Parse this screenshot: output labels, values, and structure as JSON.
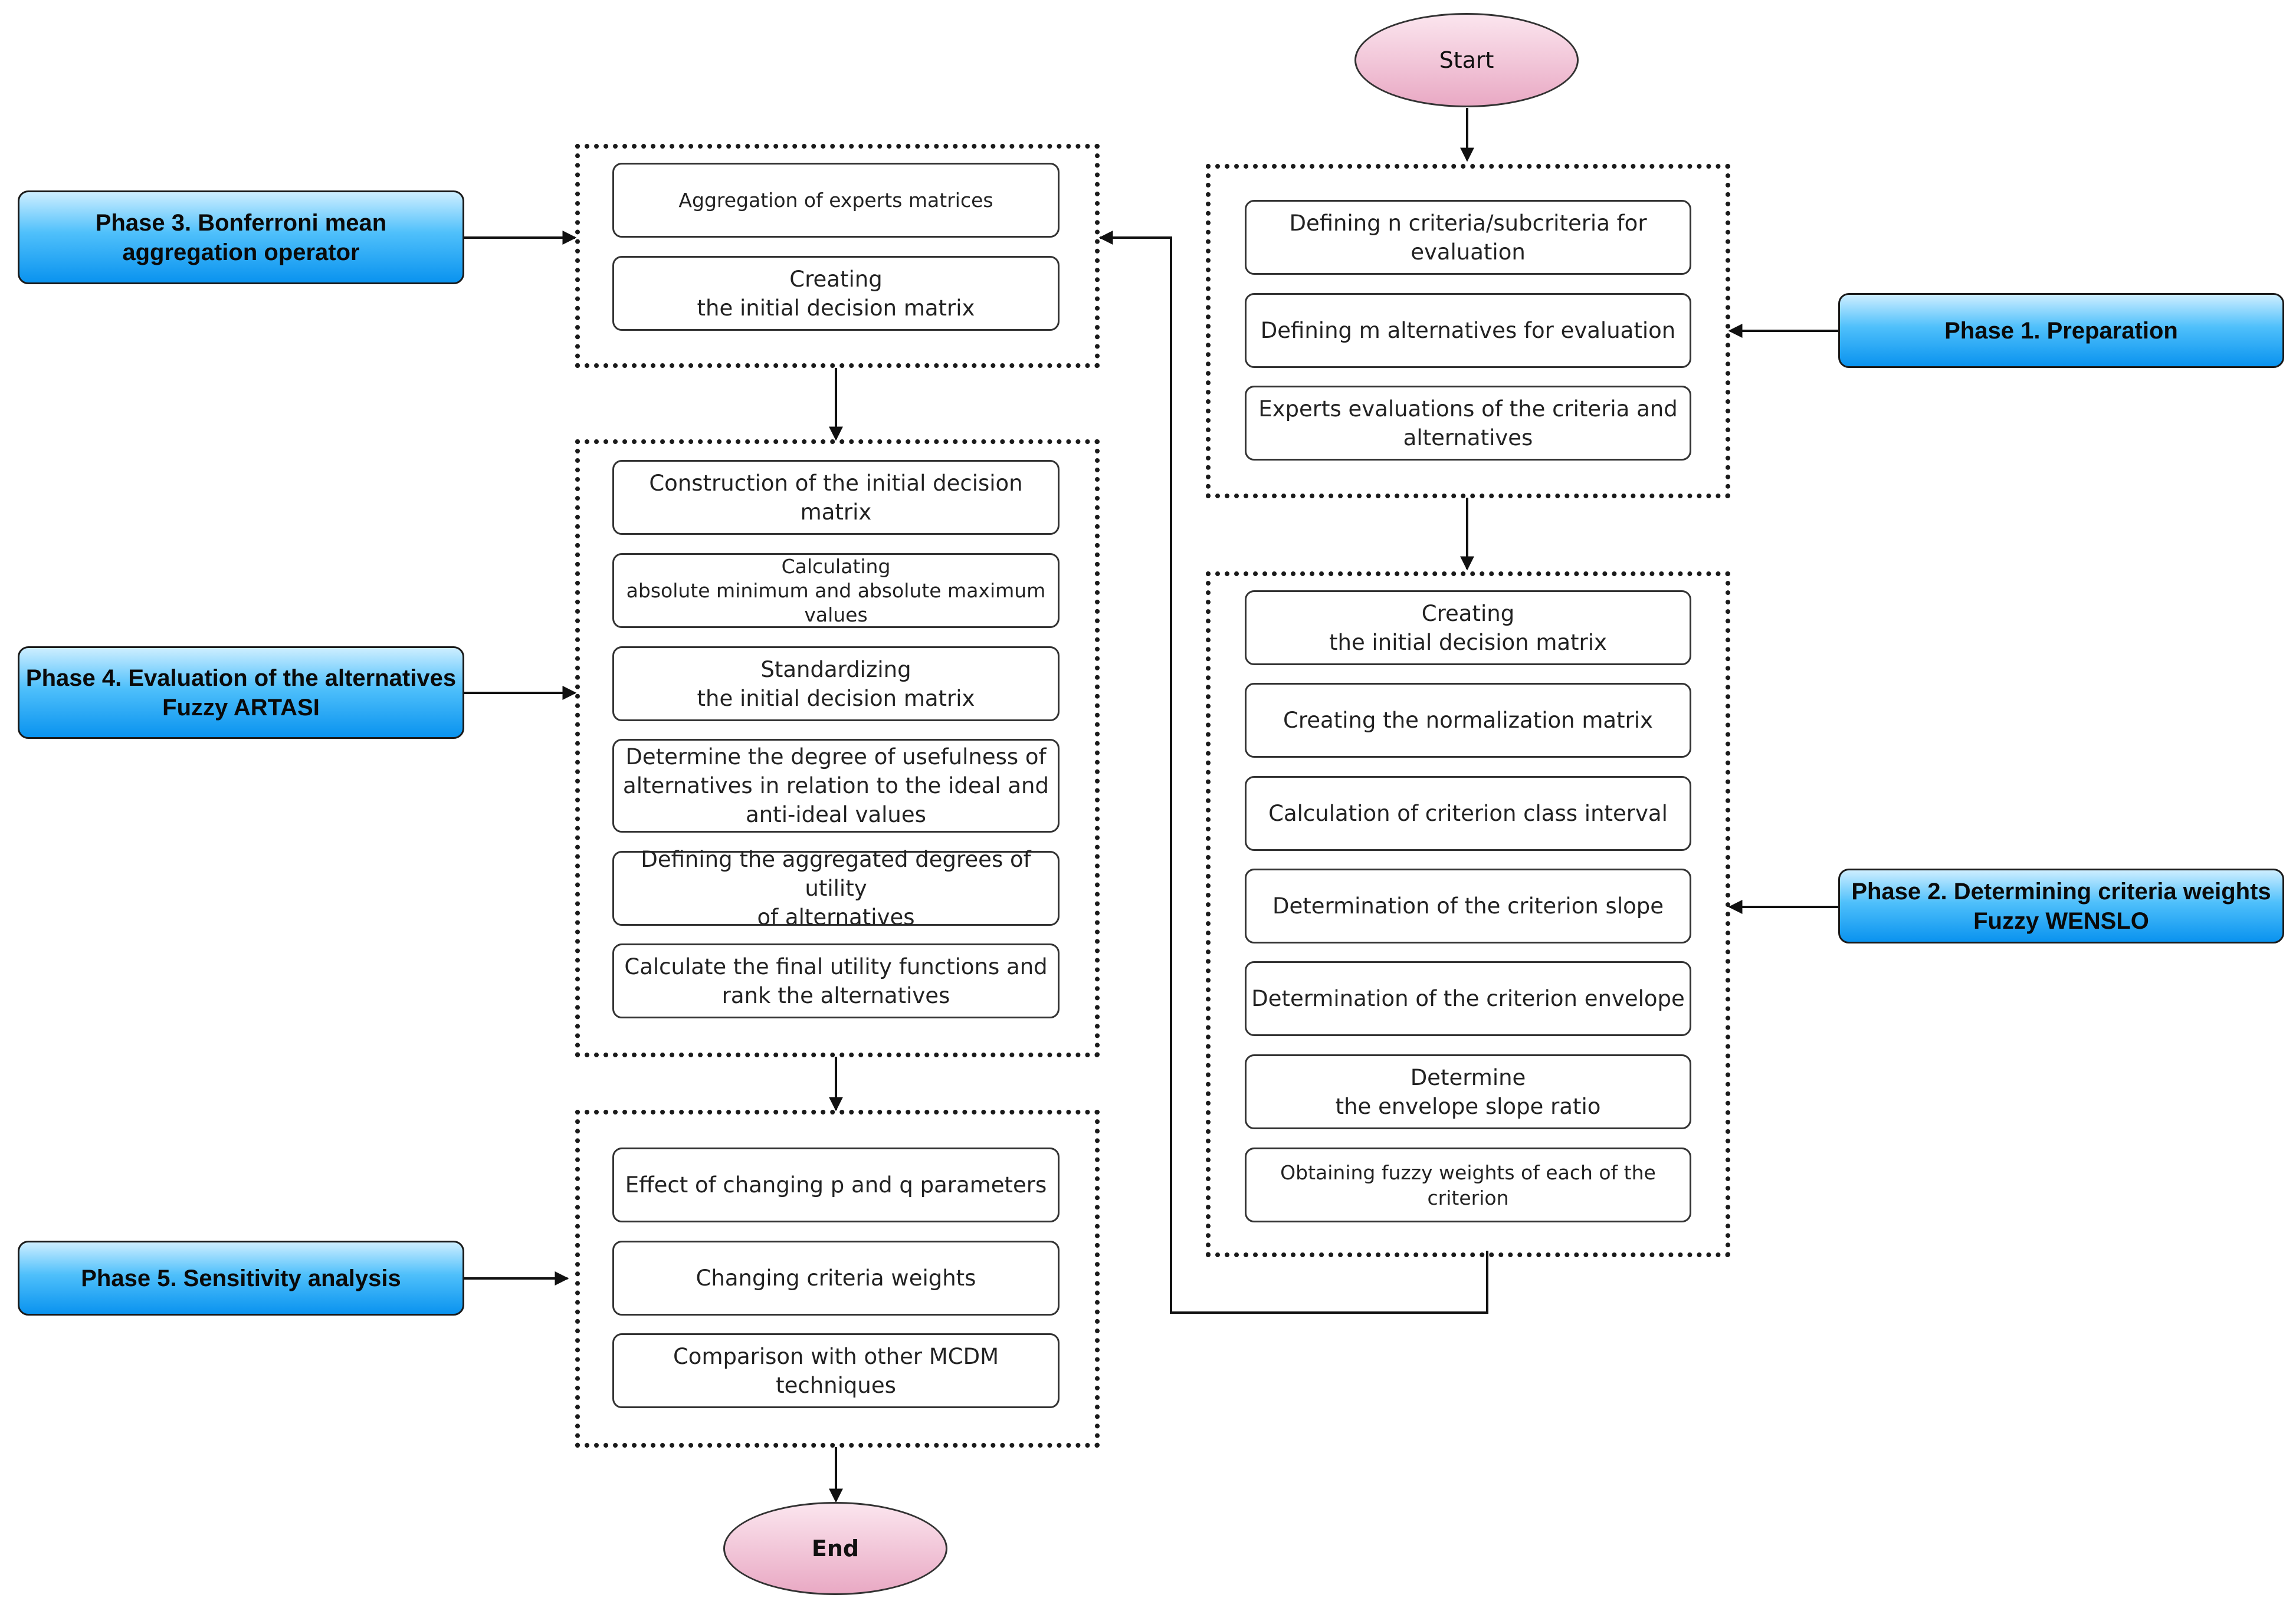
{
  "start_label": "Start",
  "end_label": "End",
  "phases": {
    "phase1": "Phase 1. Preparation",
    "phase2": "Phase 2. Determining criteria weights\nFuzzy WENSLO",
    "phase3": "Phase 3. Bonferroni mean\naggregation operator",
    "phase4": "Phase 4. Evaluation of the alternatives\nFuzzy ARTASI",
    "phase5": "Phase 5. Sensitivity analysis"
  },
  "phase1_steps": [
    "Defining n criteria/subcriteria for\nevaluation",
    "Defining m alternatives for evaluation",
    "Experts evaluations of the criteria and\nalternatives"
  ],
  "phase2_steps": [
    "Creating\nthe initial decision matrix",
    "Creating the normalization matrix",
    "Calculation of criterion class interval",
    "Determination of the criterion slope",
    "Determination of the criterion envelope",
    "Determine\nthe envelope slope ratio",
    "Obtaining fuzzy weights of each of the\ncriterion"
  ],
  "phase3_steps": [
    "Aggregation of experts matrices",
    "Creating\nthe initial decision matrix"
  ],
  "phase4_steps": [
    "Construction of the initial decision\nmatrix",
    "Calculating\nabsolute minimum and absolute maximum\nvalues",
    "Standardizing\nthe initial decision matrix",
    "Determine the degree of usefulness of\nalternatives in relation to the ideal and\nanti-ideal values",
    "Defining the aggregated degrees of utility\nof alternatives",
    "Calculate the final utility functions and\nrank the alternatives"
  ],
  "phase5_steps": [
    "Effect of changing p and q parameters",
    "Changing criteria weights",
    "Comparison with other MCDM\ntechniques"
  ]
}
